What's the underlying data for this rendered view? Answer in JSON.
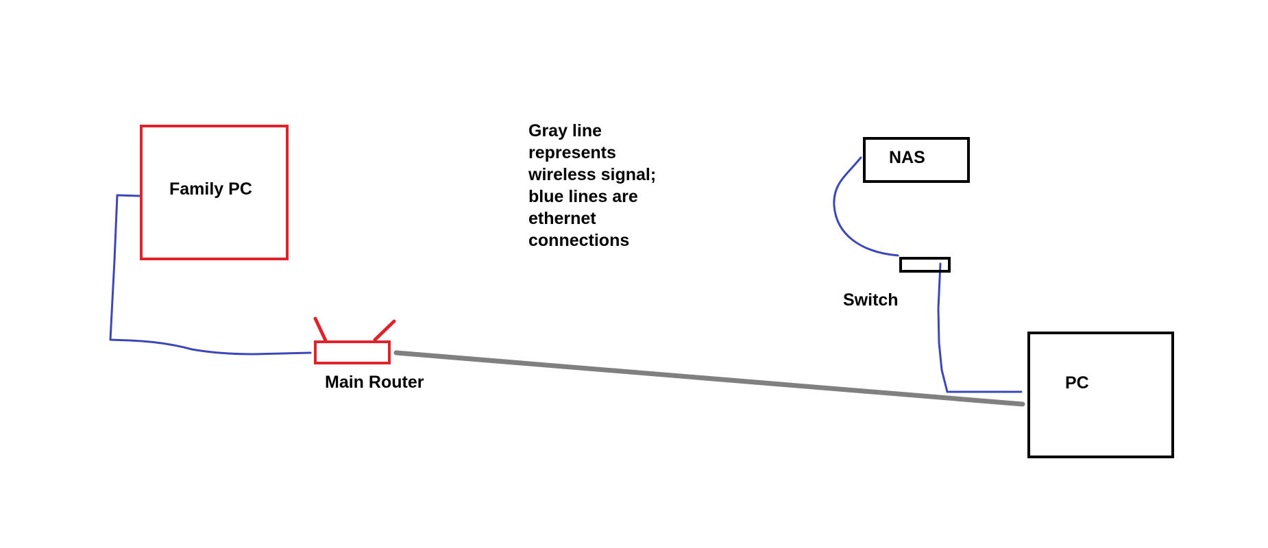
{
  "nodes": {
    "family_pc": "Family PC",
    "main_router": "Main Router",
    "nas": "NAS",
    "switch": "Switch",
    "pc": "PC"
  },
  "legend": {
    "lines": [
      "Gray line",
      "represents",
      "wireless signal;",
      "blue lines are",
      "ethernet",
      "connections"
    ]
  },
  "colors": {
    "ethernet": "#3b46b8",
    "wireless": "#808080",
    "family_pc_box": "#e0222b",
    "router": "#e0222b",
    "device_box": "#000000"
  }
}
